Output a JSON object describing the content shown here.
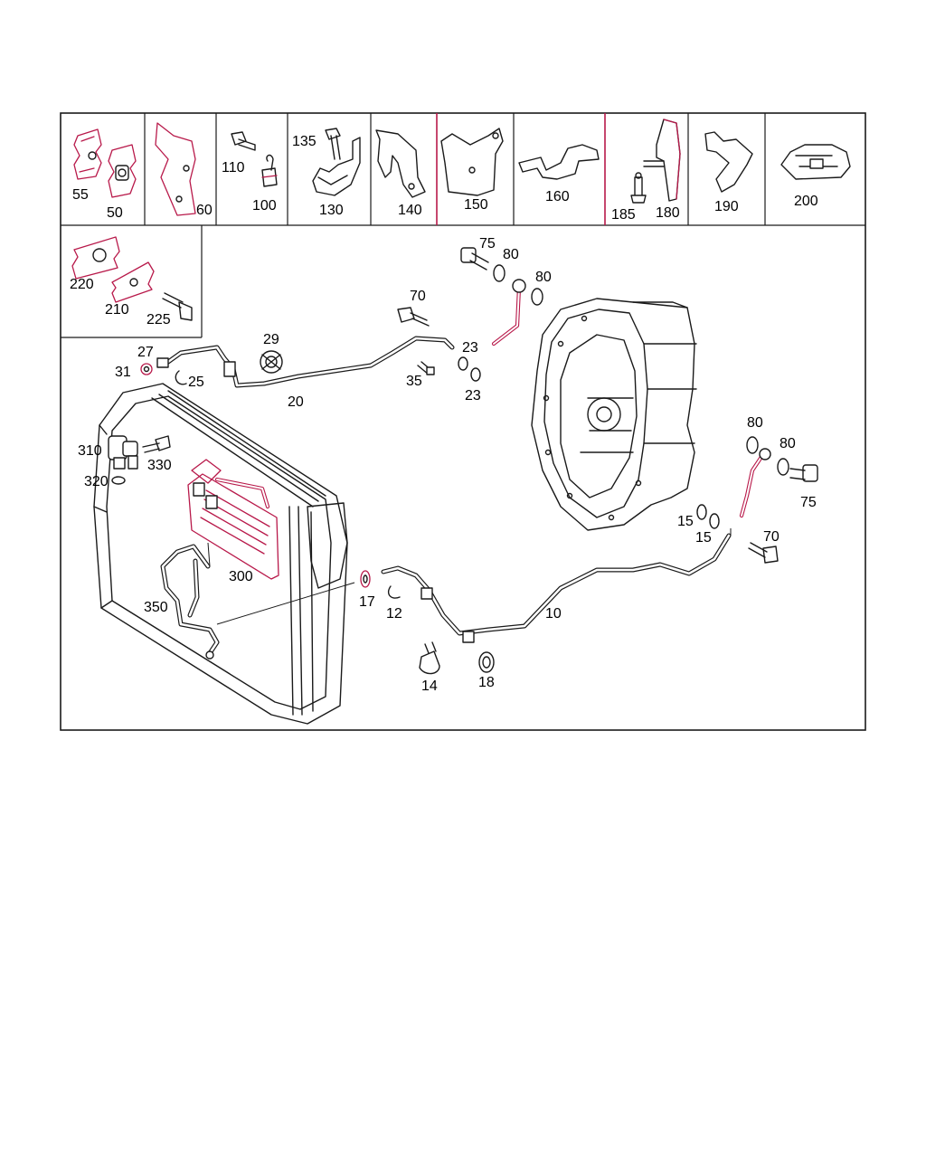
{
  "header_labels": [
    "55",
    "50",
    "60",
    "110",
    "100",
    "135",
    "130",
    "140",
    "150",
    "160",
    "185",
    "180",
    "190",
    "200"
  ],
  "sub_labels": [
    "220",
    "210",
    "225"
  ],
  "main_labels": [
    "75",
    "80",
    "80",
    "70",
    "23",
    "23",
    "35",
    "29",
    "27",
    "31",
    "25",
    "20",
    "310",
    "330",
    "320",
    "300",
    "350",
    "17",
    "12",
    "14",
    "18",
    "10",
    "80",
    "80",
    "75",
    "15",
    "15",
    "70"
  ],
  "colors": {
    "highlight": "#b8194a",
    "line": "#1a1a1a"
  }
}
